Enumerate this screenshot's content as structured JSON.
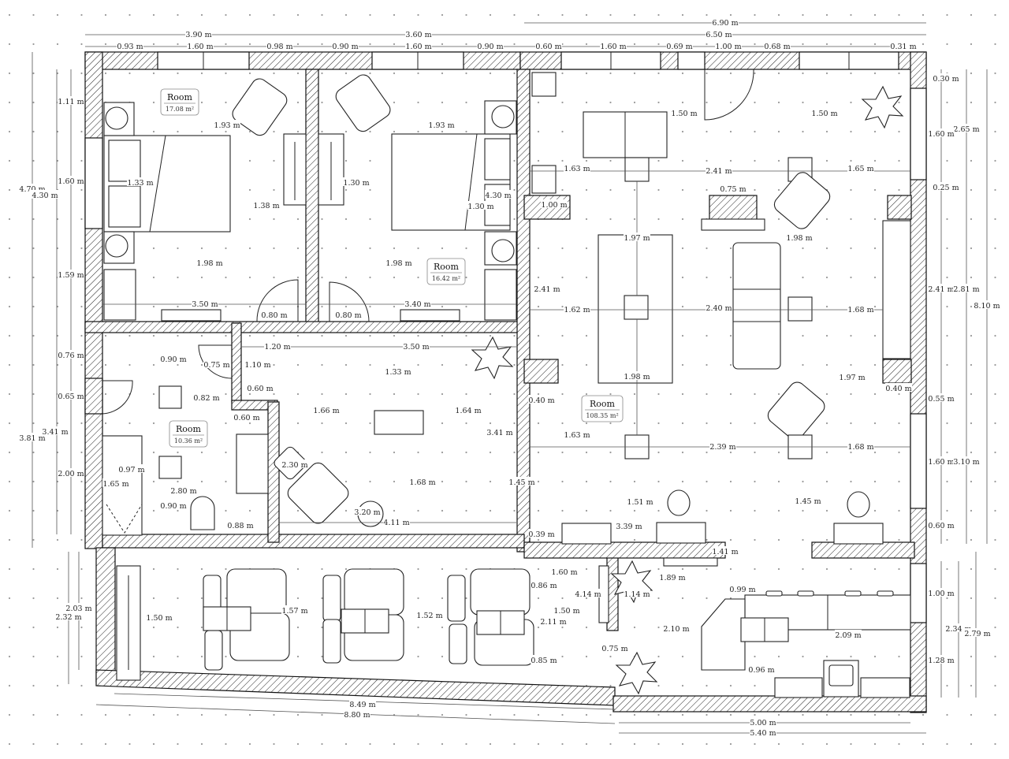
{
  "rooms": [
    {
      "label": "Room",
      "area": "17.08 m²"
    },
    {
      "label": "Room",
      "area": "16.42 m²"
    },
    {
      "label": "Room",
      "area": "10.36 m²"
    },
    {
      "label": "Room",
      "area": "108.35 m²"
    }
  ],
  "dims": [
    "3.90 m",
    "3.60 m",
    "6.90 m",
    "6.50 m",
    "0.93 m",
    "1.60 m",
    "0.98 m",
    "0.90 m",
    "1.60 m",
    "0.90 m",
    "0.60 m",
    "1.60 m",
    "0.69 m",
    "1.00 m",
    "0.68 m",
    "1.60 m",
    "0.31 m",
    "4.70 m",
    "4.30 m",
    "1.11 m",
    "1.60 m",
    "1.59 m",
    "3.81 m",
    "3.41 m",
    "0.76 m",
    "0.65 m",
    "2.00 m",
    "2.32 m",
    "2.03 m",
    "1.93 m",
    "1.33 m",
    "1.38 m",
    "1.98 m",
    "3.50 m",
    "0.80 m",
    "1.93 m",
    "1.30 m",
    "4.30 m",
    "1.30 m",
    "1.98 m",
    "3.40 m",
    "0.80 m",
    "0.90 m",
    "0.75 m",
    "1.10 m",
    "0.82 m",
    "0.60 m",
    "0.60 m",
    "0.97 m",
    "1.65 m",
    "2.80 m",
    "0.90 m",
    "0.88 m",
    "1.20 m",
    "3.50 m",
    "1.33 m",
    "1.66 m",
    "1.64 m",
    "2.30 m",
    "1.68 m",
    "3.41 m",
    "3.20 m",
    "4.11 m",
    "1.45 m",
    "0.30 m",
    "1.50 m",
    "1.50 m",
    "2.65 m",
    "1.60 m",
    "1.63 m",
    "2.41 m",
    "1.65 m",
    "0.25 m",
    "0.75 m",
    "1.00 m",
    "1.97 m",
    "1.98 m",
    "2.41 m",
    "2.41 m",
    "2.81 m",
    "8.10 m",
    "1.62 m",
    "2.40 m",
    "1.68 m",
    "1.98 m",
    "1.97 m",
    "0.40 m",
    "0.40 m",
    "0.55 m",
    "1.63 m",
    "2.39 m",
    "1.68 m",
    "1.60 m",
    "3.10 m",
    "1.51 m",
    "1.45 m",
    "0.39 m",
    "3.39 m",
    "0.60 m",
    "1.41 m",
    "1.60 m",
    "1.89 m",
    "0.99 m",
    "0.86 m",
    "4.14 m",
    "1.14 m",
    "1.50 m",
    "2.11 m",
    "2.10 m",
    "2.09 m",
    "1.00 m",
    "2.34 m",
    "2.79 m",
    "0.75 m",
    "0.85 m",
    "0.96 m",
    "1.28 m",
    "5.00 m",
    "5.40 m",
    "1.50 m",
    "1.57 m",
    "1.52 m",
    "8.49 m",
    "8.80 m"
  ]
}
